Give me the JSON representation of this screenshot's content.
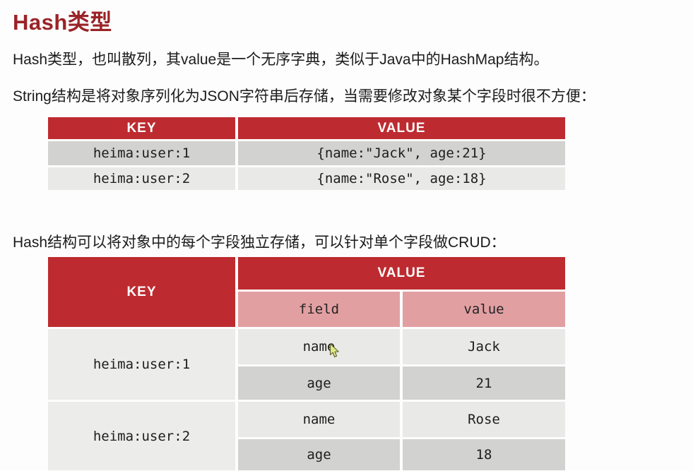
{
  "page": {
    "title": "Hash类型",
    "paragraphs": {
      "intro": "Hash类型，也叫散列，其value是一个无序字典，类似于Java中的HashMap结构。",
      "string_limitation": "String结构是将对象序列化为JSON字符串后存储，当需要修改对象某个字段时很不方便：",
      "hash_benefit": "Hash结构可以将对象中的每个字段独立存储，可以针对单个字段做CRUD："
    }
  },
  "colors": {
    "title_red": "#9a2327",
    "table_header_red": "#bd2b30",
    "subheader_pink": "#e29fa2",
    "row_light_gray": "#e9e9e7",
    "row_dark_gray": "#d2d2d0",
    "key_cell_gray": "#ececea"
  },
  "string_table": {
    "headers": {
      "key": "KEY",
      "value": "VALUE"
    },
    "rows": [
      {
        "key": "heima:user:1",
        "value": "{name:\"Jack\", age:21}"
      },
      {
        "key": "heima:user:2",
        "value": "{name:\"Rose\", age:18}"
      }
    ]
  },
  "hash_table": {
    "key_header": "KEY",
    "value_header": "VALUE",
    "field_header": "field",
    "value_sub_header": "value",
    "rows": [
      {
        "key": "heima:user:1",
        "fields": [
          {
            "field": "name",
            "value": "Jack"
          },
          {
            "field": "age",
            "value": "21"
          }
        ]
      },
      {
        "key": "heima:user:2",
        "fields": [
          {
            "field": "name",
            "value": "Rose"
          },
          {
            "field": "age",
            "value": "18"
          }
        ]
      }
    ]
  }
}
